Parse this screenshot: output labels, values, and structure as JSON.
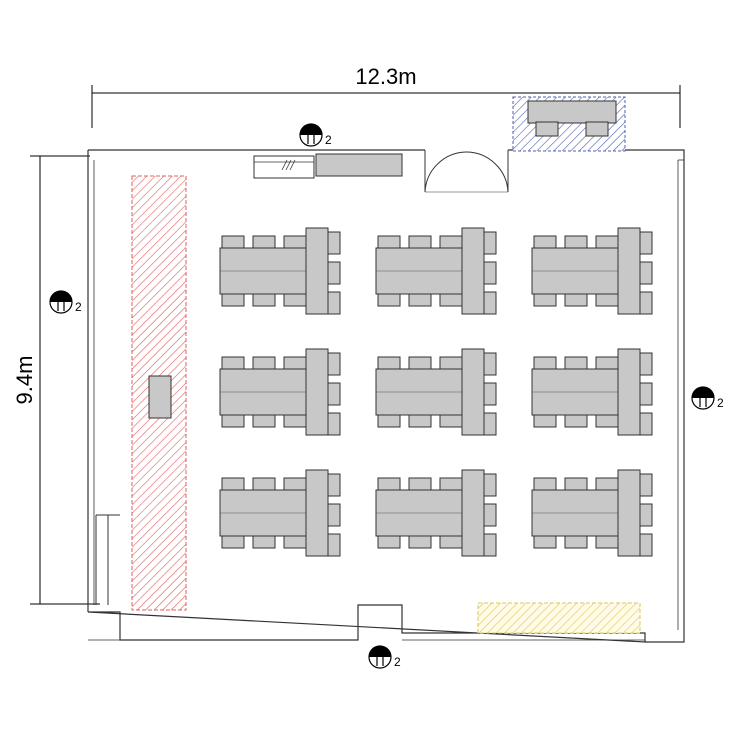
{
  "floor_plan": {
    "width_label": "12.3m",
    "height_label": "9.4m",
    "outlet_label": "2",
    "outlets": [
      {
        "id": "outlet-top"
      },
      {
        "id": "outlet-left"
      },
      {
        "id": "outlet-right"
      },
      {
        "id": "outlet-bottom"
      }
    ],
    "table_grid": {
      "rows": 3,
      "columns": 3,
      "seats_per_side": 3
    },
    "colors": {
      "furniture": "#c8c8c8",
      "stage_zone": "#e06060",
      "storage_zone": "#5060b0",
      "yellow_zone": "#d8c860",
      "outline": "#333333"
    }
  }
}
